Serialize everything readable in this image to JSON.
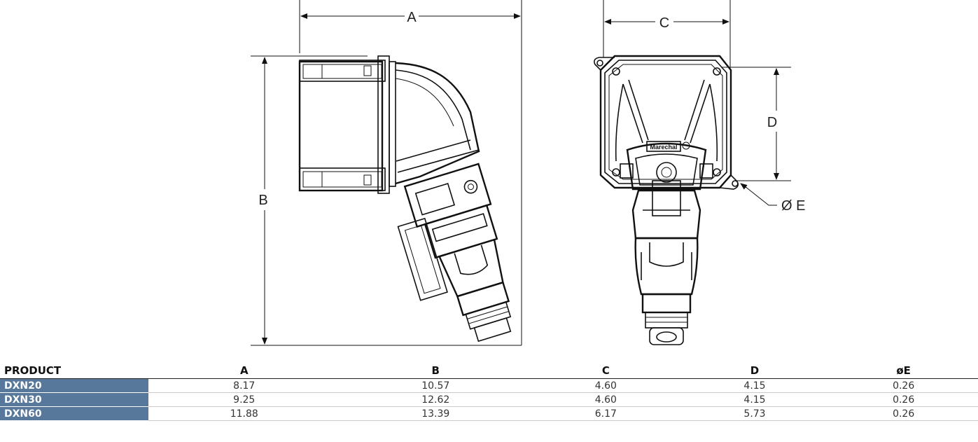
{
  "drawing": {
    "labels": {
      "a": "A",
      "b": "B",
      "c": "C",
      "d": "D",
      "e": "Ø E"
    },
    "brand_mark": "Marechal"
  },
  "table": {
    "headers": [
      "PRODUCT",
      "A",
      "B",
      "C",
      "D",
      "øE"
    ],
    "rows": [
      [
        "DXN20",
        "8.17",
        "10.57",
        "4.60",
        "4.15",
        "0.26"
      ],
      [
        "DXN30",
        "9.25",
        "12.62",
        "4.60",
        "4.15",
        "0.26"
      ],
      [
        "DXN60",
        "11.88",
        "13.39",
        "6.17",
        "5.73",
        "0.26"
      ]
    ]
  },
  "colors": {
    "product_cell": "#57779b",
    "line": "#111111"
  }
}
